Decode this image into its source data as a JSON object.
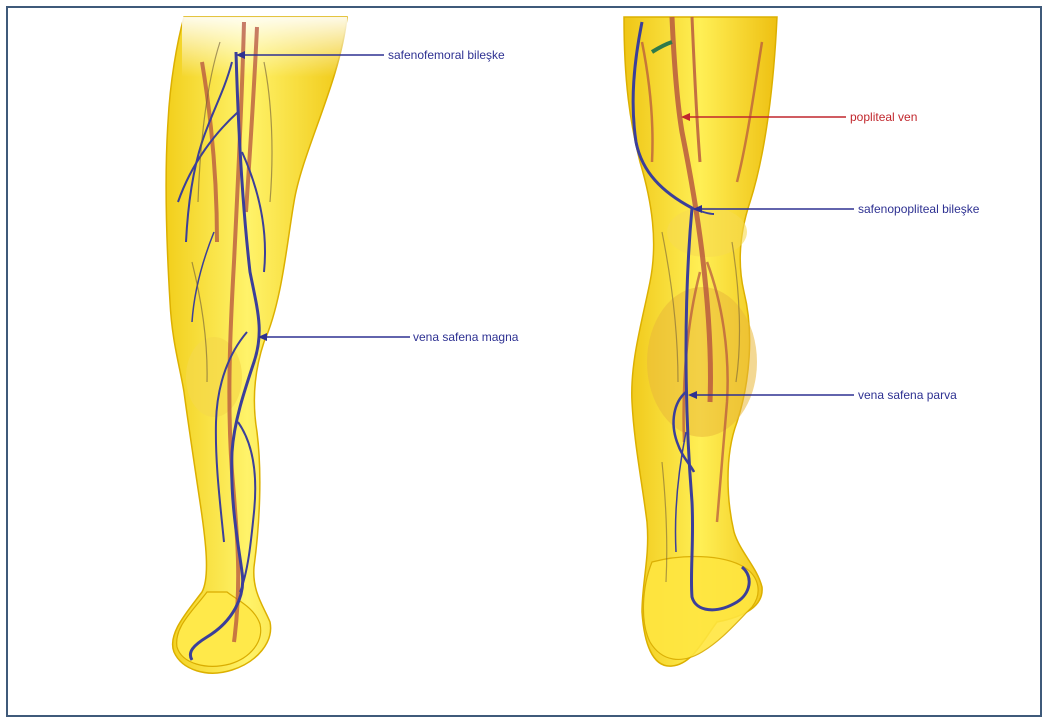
{
  "labels": {
    "safenofemoral": "safenofemoral bileşke",
    "magna": "vena safena magna",
    "popliteal": "popliteal ven",
    "safenopopliteal": "safenopopliteal bileşke",
    "parva": "vena safena parva"
  },
  "colors": {
    "frame": "#3f5a7a",
    "skin_fill": "#ffec3d",
    "skin_edge": "#e0b800",
    "vein": "#3b3f9a",
    "artery": "#b5523f",
    "label_blue": "#2e3192",
    "label_red": "#c1272d"
  }
}
